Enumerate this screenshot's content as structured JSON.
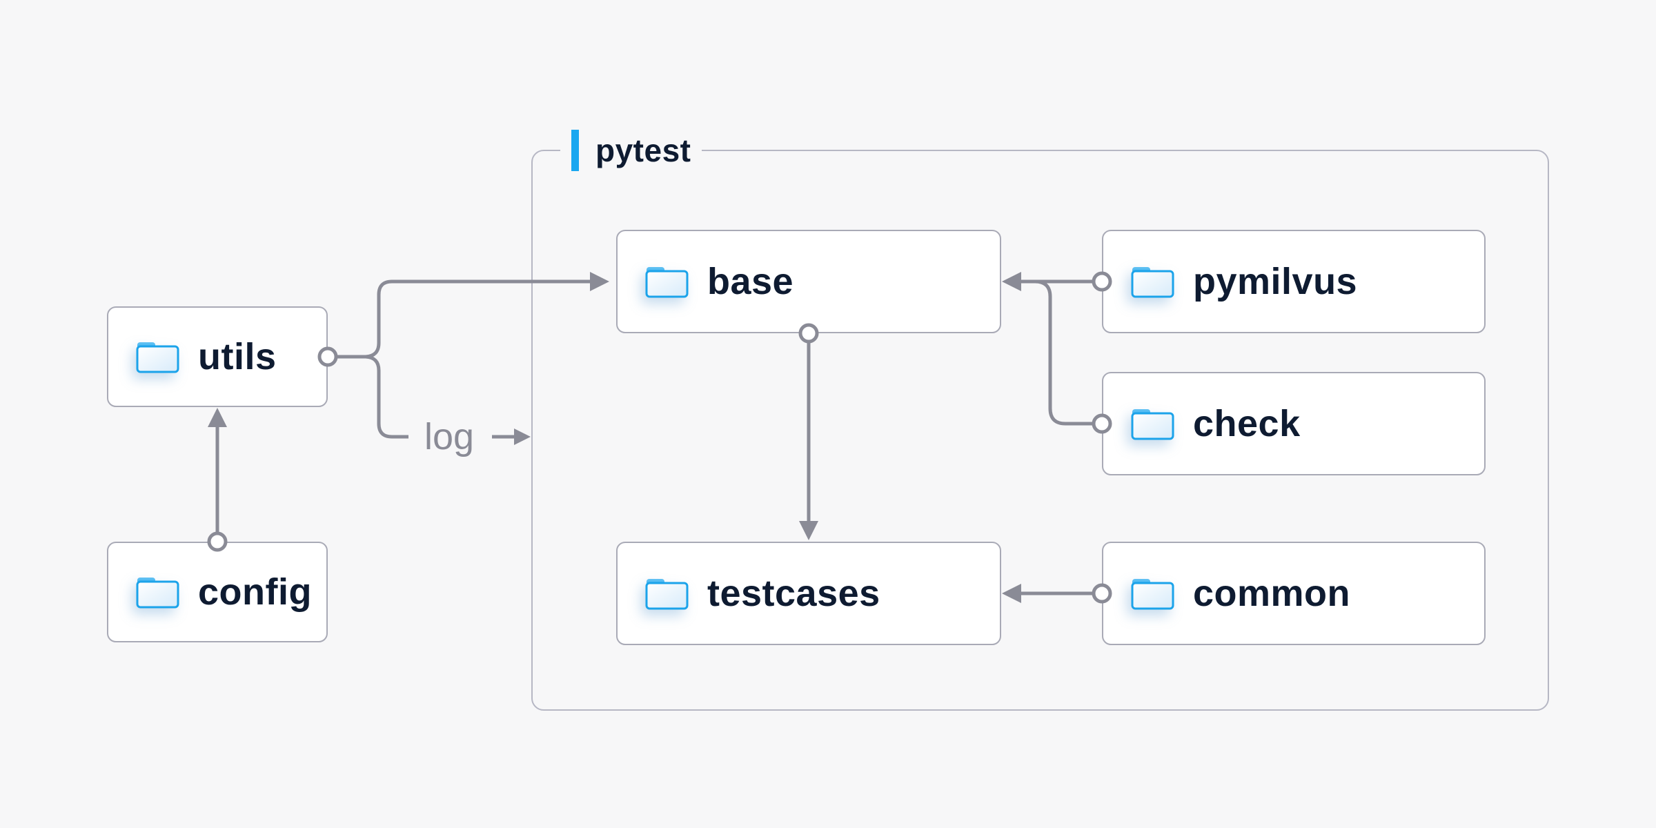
{
  "canvas": {
    "background": "#f7f7f8"
  },
  "colors": {
    "box_background": "#ffffff",
    "box_border": "#a9aab6",
    "group_border": "#b6b7c4",
    "connector_gray": "#8a8b96",
    "node_label_text": "#0e1b31",
    "edge_label_text": "#8a8b96",
    "accent_blue": "#1aa7f0",
    "folder_blue": "#1ba3ea"
  },
  "group": {
    "label": "pytest"
  },
  "nodes": {
    "utils": {
      "label": "utils",
      "icon": "folder-icon"
    },
    "config": {
      "label": "config",
      "icon": "folder-icon"
    },
    "base": {
      "label": "base",
      "icon": "folder-icon"
    },
    "testcases": {
      "label": "testcases",
      "icon": "folder-icon"
    },
    "pymilvus": {
      "label": "pymilvus",
      "icon": "folder-icon"
    },
    "check": {
      "label": "check",
      "icon": "folder-icon"
    },
    "common": {
      "label": "common",
      "icon": "folder-icon"
    }
  },
  "edges": {
    "log_label": "log",
    "connections": [
      {
        "from": "config",
        "to": "utils"
      },
      {
        "from": "utils",
        "to": "base"
      },
      {
        "from": "utils",
        "to": "log"
      },
      {
        "from": "base",
        "to": "testcases"
      },
      {
        "from": "pymilvus",
        "to": "base"
      },
      {
        "from": "check",
        "to": "base"
      },
      {
        "from": "common",
        "to": "testcases"
      }
    ]
  }
}
